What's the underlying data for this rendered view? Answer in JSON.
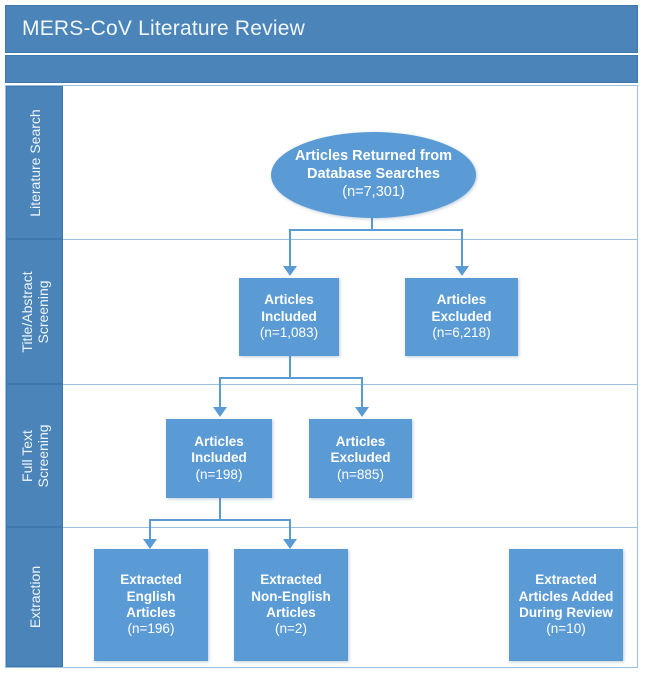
{
  "header": {
    "title": "MERS-CoV Literature Review"
  },
  "stages": [
    {
      "label": "Literature Search",
      "name": "stage-literature-search"
    },
    {
      "label": "Title/Abstract\nScreening",
      "name": "stage-title-abstract-screening"
    },
    {
      "label": "Full Text\nScreening",
      "name": "stage-full-text-screening"
    },
    {
      "label": "Extraction",
      "name": "stage-extraction"
    }
  ],
  "nodes": {
    "returned": {
      "line1": "Articles Returned from",
      "line2": "Database Searches",
      "count": "(n=7,301)"
    },
    "ta_included": {
      "line1": "Articles",
      "line2": "Included",
      "count": "(n=1,083)"
    },
    "ta_excluded": {
      "line1": "Articles",
      "line2": "Excluded",
      "count": "(n=6,218)"
    },
    "ft_included": {
      "line1": "Articles",
      "line2": "Included",
      "count": "(n=198)"
    },
    "ft_excluded": {
      "line1": "Articles",
      "line2": "Excluded",
      "count": "(n=885)"
    },
    "ex_english": {
      "line1": "Extracted",
      "line2": "English",
      "line3": "Articles",
      "count": "(n=196)"
    },
    "ex_nonenglish": {
      "line1": "Extracted",
      "line2": "Non-English",
      "line3": "Articles",
      "count": "(n=2)"
    },
    "ex_added": {
      "line1": "Extracted",
      "line2": "Articles Added",
      "line3": "During Review",
      "count": "(n=10)"
    }
  },
  "colors": {
    "header_blue": "#4a84b9",
    "node_blue": "#5b9bd5",
    "connector_blue": "#5b9bd5",
    "panel_border": "#9cc0dd",
    "text_white": "#ffffff"
  }
}
